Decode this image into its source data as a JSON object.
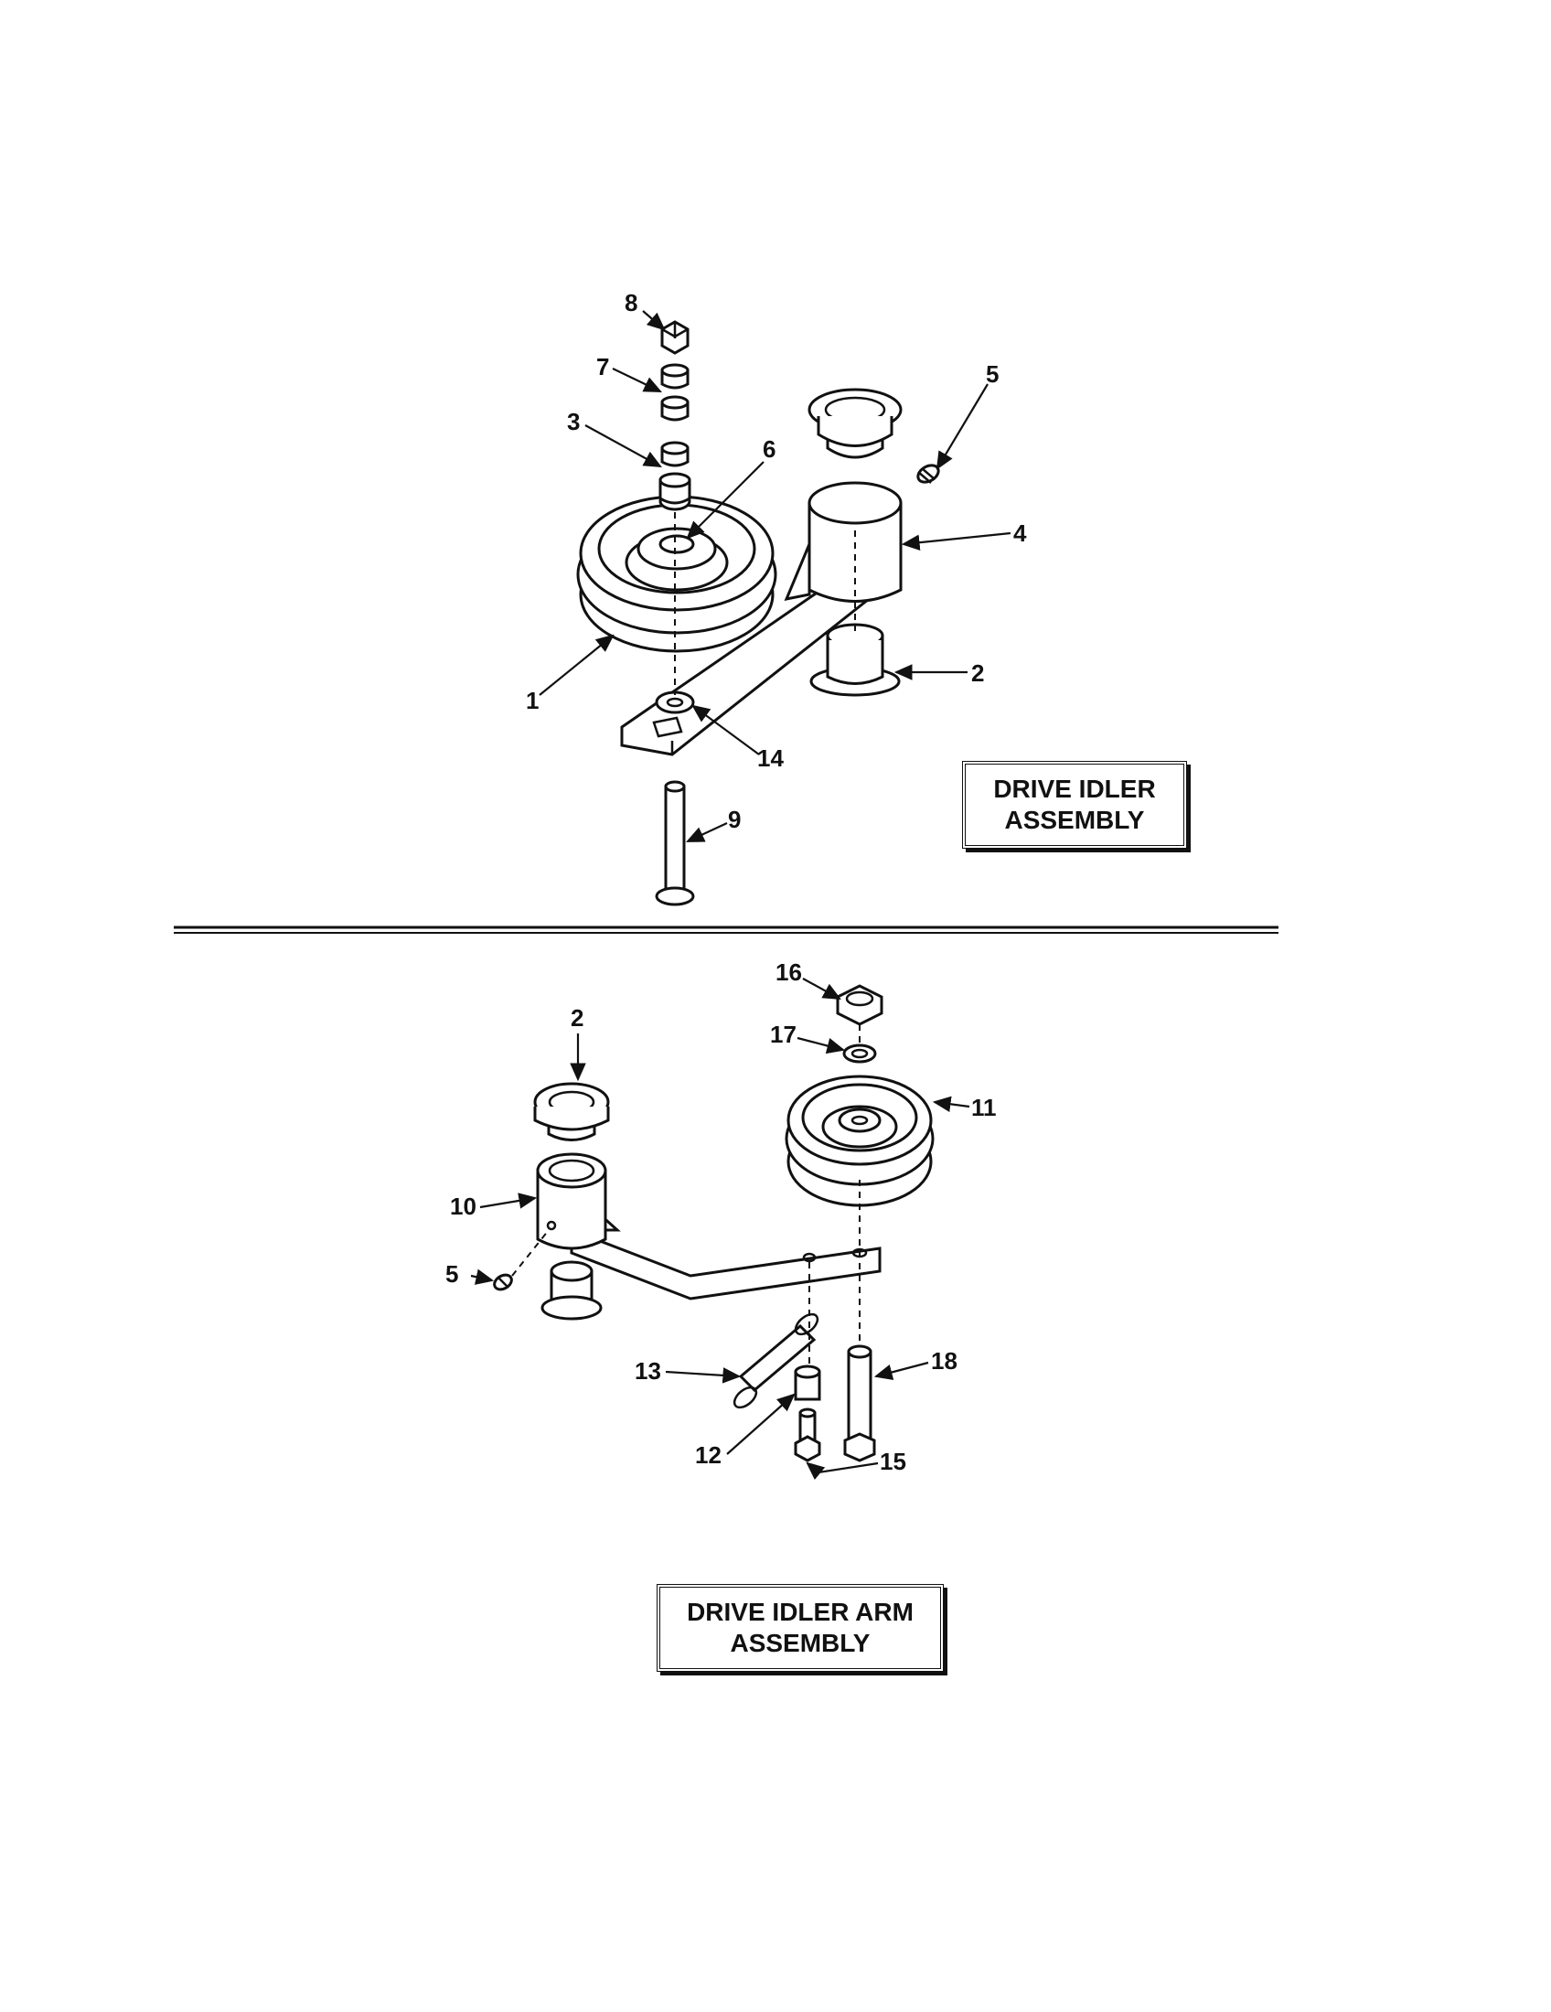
{
  "upper_assembly": {
    "title_line1": "DRIVE IDLER",
    "title_line2": "ASSEMBLY",
    "callouts": [
      "8",
      "7",
      "3",
      "6",
      "5",
      "4",
      "2",
      "1",
      "14",
      "9"
    ]
  },
  "lower_assembly": {
    "title_line1": "DRIVE IDLER ARM",
    "title_line2": "ASSEMBLY",
    "callouts": [
      "16",
      "17",
      "2",
      "11",
      "10",
      "5",
      "18",
      "13",
      "12",
      "15"
    ]
  }
}
